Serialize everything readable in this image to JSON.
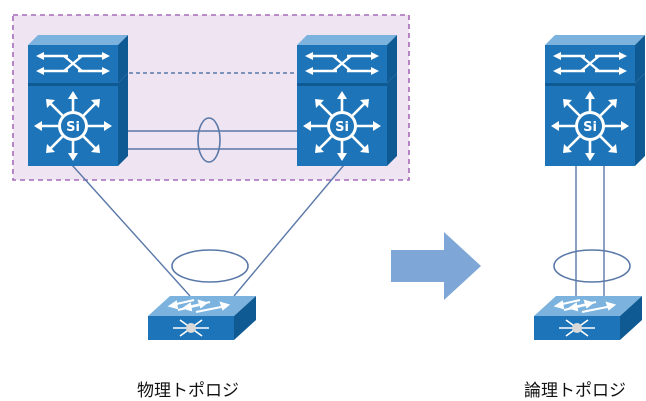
{
  "captions": {
    "physical": "物理トポロジ",
    "logical": "論理トポロジ"
  },
  "switch_icon_label": "Si",
  "colors": {
    "device_blue": "#1d74b8",
    "device_dark": "#0f5a93",
    "device_light": "#7bb3de",
    "link_line": "#5a78a8",
    "vss_box_fill": "#efe4f2",
    "vss_box_border": "#a66bb8",
    "arrow": "#7ea6d6"
  }
}
